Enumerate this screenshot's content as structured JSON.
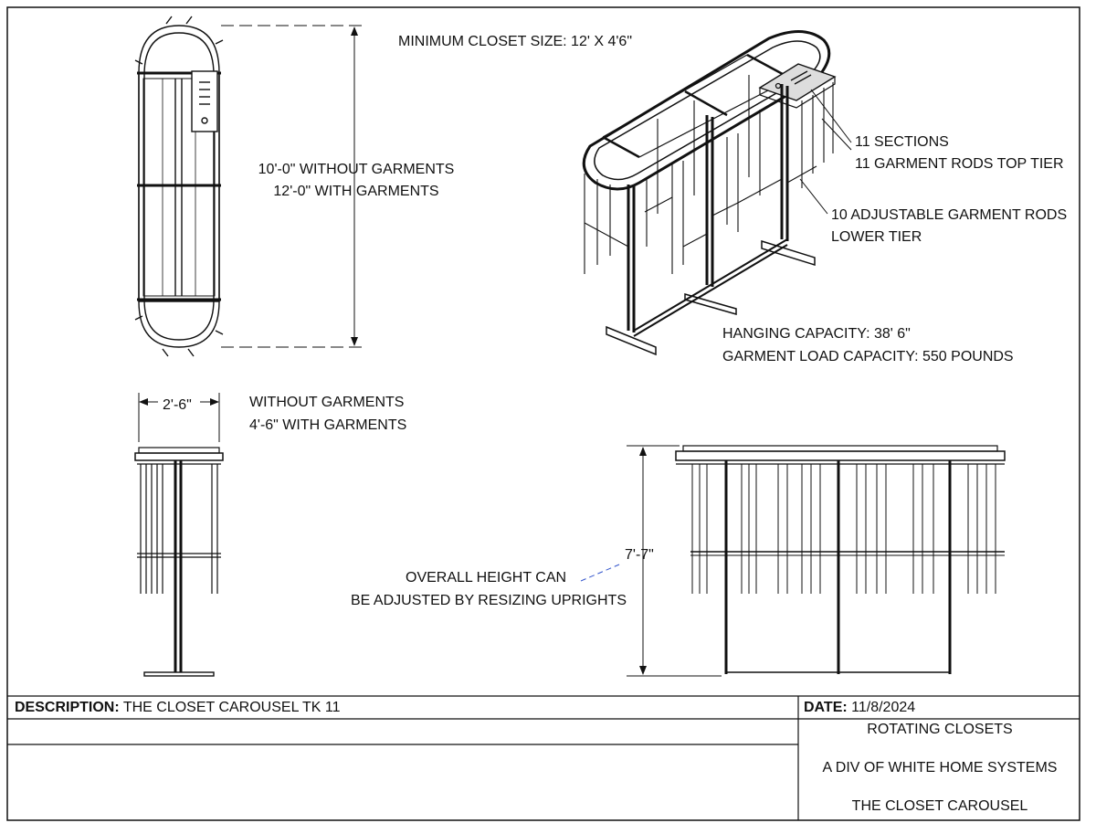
{
  "labels": {
    "min_closet": "MINIMUM CLOSET SIZE: 12' X 4'6\"",
    "length_no_garments": "10'-0\" WITHOUT GARMENTS",
    "length_with_garments": "12'-0\" WITH GARMENTS",
    "width_dim": "2'-6\"",
    "width_no_garments": "WITHOUT GARMENTS",
    "width_with_garments": "4'-6\" WITH GARMENTS",
    "sections": "11 SECTIONS",
    "top_tier": "11 GARMENT RODS TOP TIER",
    "adjustable_rods": "10 ADJUSTABLE GARMENT RODS",
    "lower_tier": "LOWER TIER",
    "hanging_capacity": "HANGING CAPACITY: 38' 6\"",
    "load_capacity": "GARMENT LOAD CAPACITY: 550 POUNDS",
    "height_dim": "7'-7\"",
    "height_note_1": "OVERALL HEIGHT CAN",
    "height_note_2": "BE ADJUSTED BY RESIZING UPRIGHTS"
  },
  "title_block": {
    "description_label": "DESCRIPTION:",
    "description_value": "THE CLOSET CAROUSEL TK 11",
    "date_label": "DATE:",
    "date_value": "11/8/2024",
    "company_line_1": "ROTATING CLOSETS",
    "company_line_2": "A DIV OF WHITE HOME SYSTEMS",
    "company_line_3": "THE CLOSET CAROUSEL"
  }
}
